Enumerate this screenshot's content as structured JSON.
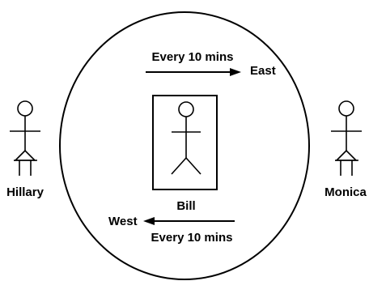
{
  "labels": {
    "top_arrow": "Every 10 mins",
    "east": "East",
    "bottom_arrow": "Every 10 mins",
    "west": "West",
    "center_person": "Bill",
    "left_person": "Hillary",
    "right_person": "Monica"
  },
  "colors": {
    "ink": "#000000",
    "background": "#ffffff"
  }
}
